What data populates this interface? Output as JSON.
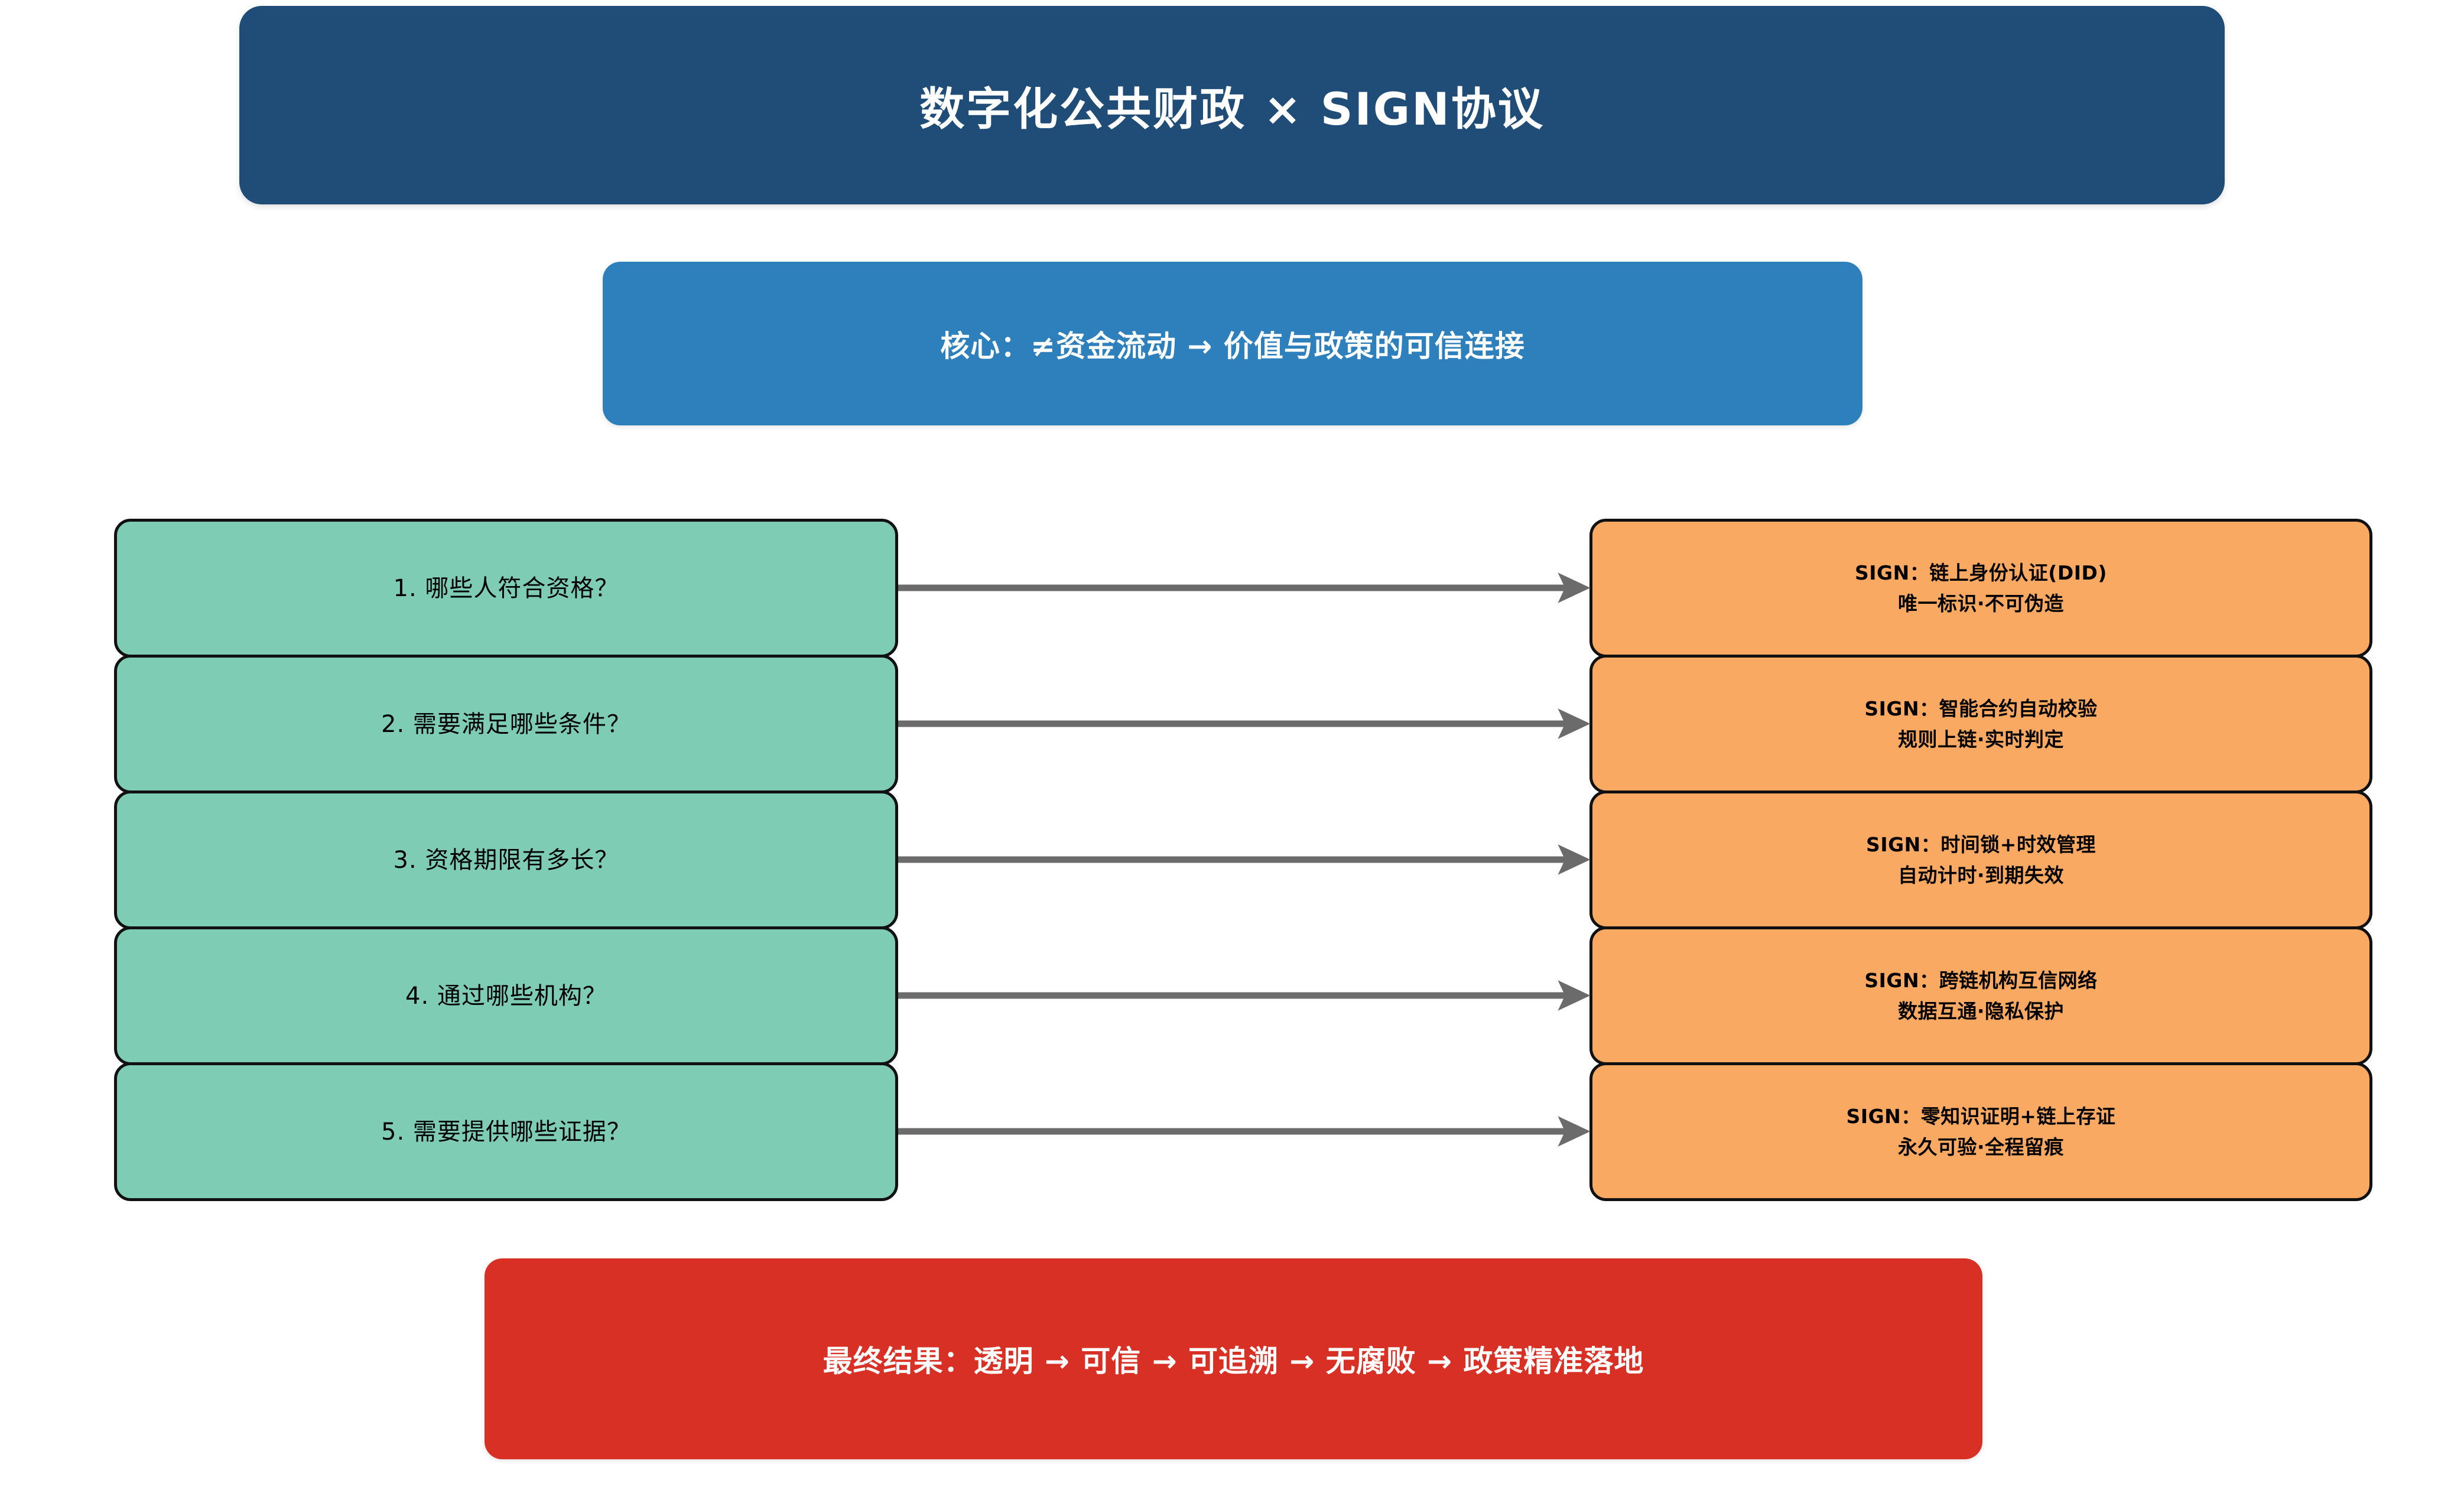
{
  "header": {
    "title": "数字化公共财政 × SIGN协议"
  },
  "core": {
    "text": "核心：≠资金流动 → 价值与政策的可信连接"
  },
  "questions": {
    "items": [
      {
        "label": "1.  哪些人符合资格？"
      },
      {
        "label": "2.  需要满足哪些条件？"
      },
      {
        "label": "3.  资格期限有多长？"
      },
      {
        "label": "4.  通过哪些机构？"
      },
      {
        "label": "5.  需要提供哪些证据？"
      }
    ]
  },
  "solutions": {
    "items": [
      {
        "line1": "SIGN：链上身份认证(DID)",
        "line2": "唯一标识·不可伪造"
      },
      {
        "line1": "SIGN：智能合约自动校验",
        "line2": "规则上链·实时判定"
      },
      {
        "line1": "SIGN：时间锁+时效管理",
        "line2": "自动计时·到期失效"
      },
      {
        "line1": "SIGN：跨链机构互信网络",
        "line2": "数据互通·隐私保护"
      },
      {
        "line1": "SIGN：零知识证明+链上存证",
        "line2": "永久可验·全程留痕"
      }
    ]
  },
  "connectors": {
    "count": 5,
    "color": "#6b6b6b",
    "direction": "left-to-right"
  },
  "result": {
    "text": "最终结果：透明 → 可信 → 可追溯 → 无腐败 → 政策精准落地"
  },
  "colors": {
    "header_bg": "#204d77",
    "core_bg": "#2e80bc",
    "question_bg": "#7fccb5",
    "solution_bg": "#f9a961",
    "result_bg": "#d93026",
    "node_border": "#111111",
    "arrow": "#6b6b6b",
    "page_bg": "#ffffff"
  }
}
